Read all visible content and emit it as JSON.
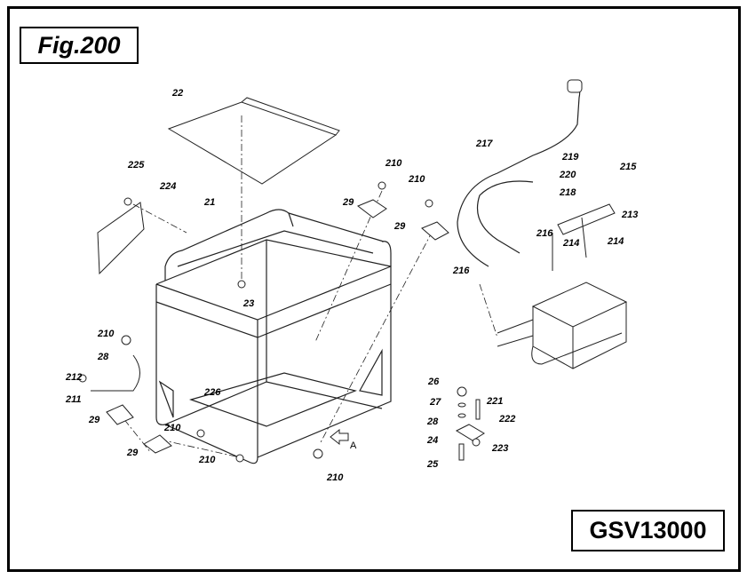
{
  "figure_label": "Fig.200",
  "model_label": "GSV13000",
  "callouts": [
    {
      "id": "22"
    },
    {
      "id": "225"
    },
    {
      "id": "224"
    },
    {
      "id": "21"
    },
    {
      "id": "23"
    },
    {
      "id": "210"
    },
    {
      "id": "210"
    },
    {
      "id": "29"
    },
    {
      "id": "29"
    },
    {
      "id": "217"
    },
    {
      "id": "219"
    },
    {
      "id": "220"
    },
    {
      "id": "218"
    },
    {
      "id": "215"
    },
    {
      "id": "213"
    },
    {
      "id": "216"
    },
    {
      "id": "214"
    },
    {
      "id": "214"
    },
    {
      "id": "216"
    },
    {
      "id": "210"
    },
    {
      "id": "28"
    },
    {
      "id": "212"
    },
    {
      "id": "211"
    },
    {
      "id": "29"
    },
    {
      "id": "226"
    },
    {
      "id": "210"
    },
    {
      "id": "29"
    },
    {
      "id": "210"
    },
    {
      "id": "210"
    },
    {
      "id": "A"
    },
    {
      "id": "26"
    },
    {
      "id": "27"
    },
    {
      "id": "28"
    },
    {
      "id": "24"
    },
    {
      "id": "25"
    },
    {
      "id": "221"
    },
    {
      "id": "222"
    },
    {
      "id": "223"
    }
  ]
}
